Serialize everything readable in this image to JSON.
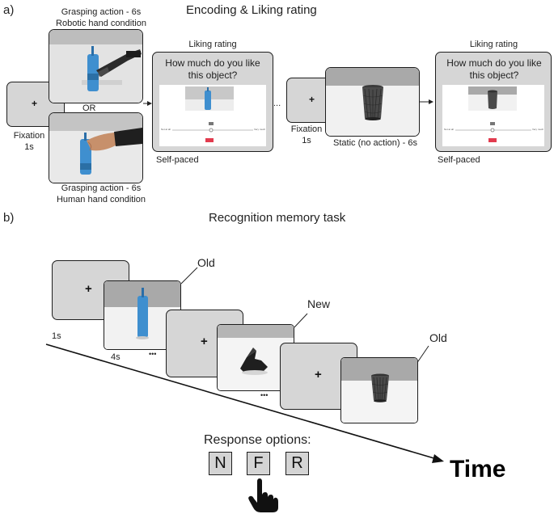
{
  "panel_a": {
    "label": "a)",
    "title": "Encoding & Liking rating",
    "fixation_cross": "+",
    "fixation_label": "Fixation",
    "fixation_duration": "1s",
    "or_label": "OR",
    "robot_top_line1": "Grasping action - 6s",
    "robot_top_line2": "Robotic hand condition",
    "human_bottom_line1": "Grasping action - 6s",
    "human_bottom_line2": "Human hand condition",
    "liking_title": "Liking rating",
    "liking_question": "How much do you like this object?",
    "scale_left": "Not at all",
    "scale_right": "Very much",
    "self_paced": "Self-paced",
    "ellipsis": "...",
    "static_label": "Static (no action) - 6s"
  },
  "panel_b": {
    "label": "b)",
    "title": "Recognition memory task",
    "cross": "+",
    "label_old": "Old",
    "label_new": "New",
    "duration_fix": "1s",
    "duration_img": "4s",
    "dots": "•••",
    "response_title": "Response options:",
    "keys": [
      "N",
      "F",
      "R"
    ],
    "time_label": "Time"
  },
  "colors": {
    "screen_gray": "#d6d6d6",
    "bottle_blue": "#3f8fcf",
    "accent_red": "#e23b4e"
  }
}
